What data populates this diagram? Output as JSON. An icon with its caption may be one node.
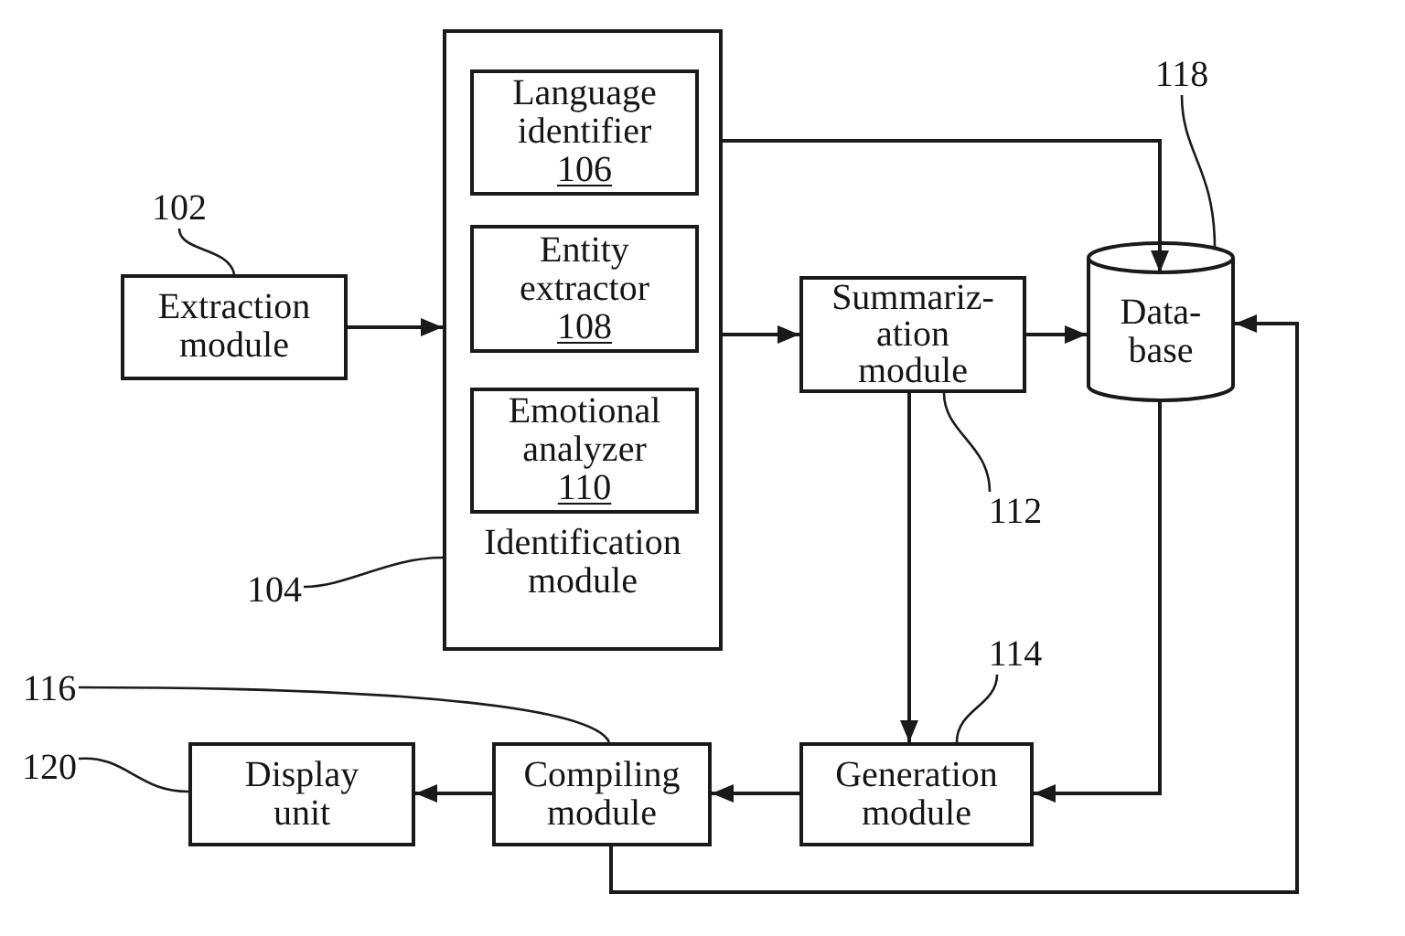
{
  "diagram": {
    "nodes": [
      {
        "text": [
          "Extraction module"
        ]
      },
      {
        "text": [
          "Identification module"
        ]
      },
      {
        "text": [
          "Language identifier",
          "106"
        ],
        "in": 1
      },
      {
        "text": [
          "Entity extractor",
          "108"
        ],
        "in": 1
      },
      {
        "text": [
          "Emotional analyzer",
          "110"
        ],
        "in": 1
      },
      {
        "text": [
          "Summariz- ation module"
        ]
      },
      {
        "text": [
          "Data- base"
        ]
      },
      {
        "text": [
          "Generation module"
        ]
      },
      {
        "text": [
          "Compiling module"
        ]
      },
      {
        "text": [
          "Display unit"
        ]
      },
      {
        "text": [
          "102"
        ]
      },
      {
        "text": [
          "104"
        ]
      },
      {
        "text": [
          "112"
        ]
      },
      {
        "text": [
          "114"
        ]
      },
      {
        "text": [
          "116"
        ]
      },
      {
        "text": [
          "118"
        ]
      },
      {
        "text": [
          "120"
        ]
      }
    ],
    "edges": [
      {
        "from": 0,
        "to": 1,
        "arrow": "to"
      },
      {
        "from": 1,
        "to": 6,
        "arrow": "to"
      },
      {
        "from": 1,
        "to": 5,
        "arrow": "to"
      },
      {
        "from": 5,
        "to": 6,
        "arrow": "to"
      },
      {
        "from": 5,
        "to": 7,
        "arrow": "to"
      },
      {
        "from": 6,
        "to": 7,
        "arrow": "to"
      },
      {
        "from": 7,
        "to": 8,
        "arrow": "to"
      },
      {
        "from": 8,
        "to": 9,
        "arrow": "to"
      },
      {
        "from": 8,
        "to": 6,
        "arrow": "to"
      },
      {
        "from": 10,
        "to": 0,
        "arrow": "none"
      },
      {
        "from": 11,
        "to": 1,
        "arrow": "none"
      },
      {
        "from": 12,
        "to": 5,
        "arrow": "none"
      },
      {
        "from": 13,
        "to": 7,
        "arrow": "none"
      },
      {
        "from": 14,
        "to": 8,
        "arrow": "none"
      },
      {
        "from": 15,
        "to": 6,
        "arrow": "none"
      },
      {
        "from": 16,
        "to": 9,
        "arrow": "none"
      }
    ]
  }
}
